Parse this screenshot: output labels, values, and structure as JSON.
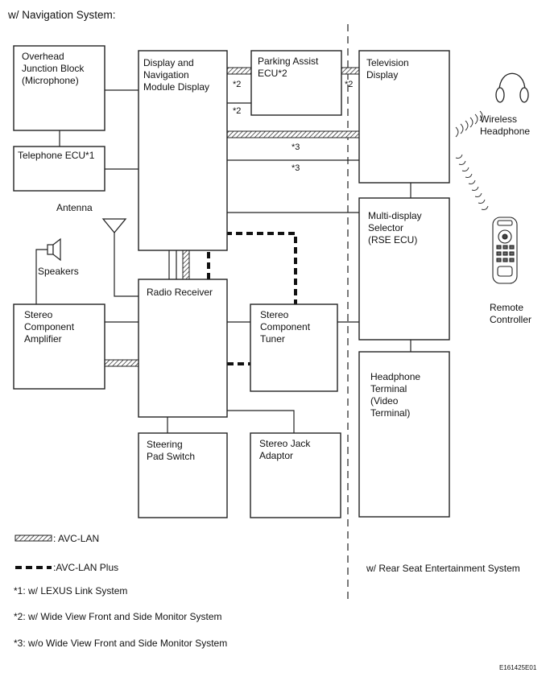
{
  "title": "w/ Navigation System:",
  "boxes": {
    "overhead": [
      "Overhead",
      "Junction Block",
      "(Microphone)"
    ],
    "telephone": [
      "Telephone ECU*1"
    ],
    "display_nav": [
      "Display and",
      "Navigation",
      "Module Display"
    ],
    "parking": [
      "Parking Assist",
      "ECU*2"
    ],
    "television": [
      "Television",
      "Display"
    ],
    "multi_display": [
      "Multi-display",
      "Selector",
      "(RSE ECU)"
    ],
    "radio": [
      "Radio Receiver"
    ],
    "stereo_amp": [
      "Stereo",
      "Component",
      "Amplifier"
    ],
    "stereo_tuner": [
      "Stereo",
      "Component",
      "Tuner"
    ],
    "steering": [
      "Steering",
      "Pad Switch"
    ],
    "stereo_jack": [
      "Stereo Jack",
      "Adaptor"
    ],
    "headphone_terminal": [
      "Headphone",
      "Terminal",
      "(Video",
      "Terminal)"
    ]
  },
  "labels": {
    "antenna": "Antenna",
    "speakers": "Speakers",
    "wireless_headphone": [
      "Wireless",
      "Headphone"
    ],
    "remote_controller": [
      "Remote",
      "Controller"
    ],
    "rse": "w/ Rear Seat Entertainment System",
    "mark2": "*2",
    "mark3": "*3"
  },
  "legend": {
    "avc_lan": ": AVC-LAN",
    "avc_lan_plus": ":AVC-LAN Plus",
    "note1": "*1: w/ LEXUS Link System",
    "note2": "*2: w/ Wide View Front and Side Monitor System",
    "note3": "*3: w/o Wide View Front and Side Monitor System"
  },
  "figure_code": "E161425E01"
}
